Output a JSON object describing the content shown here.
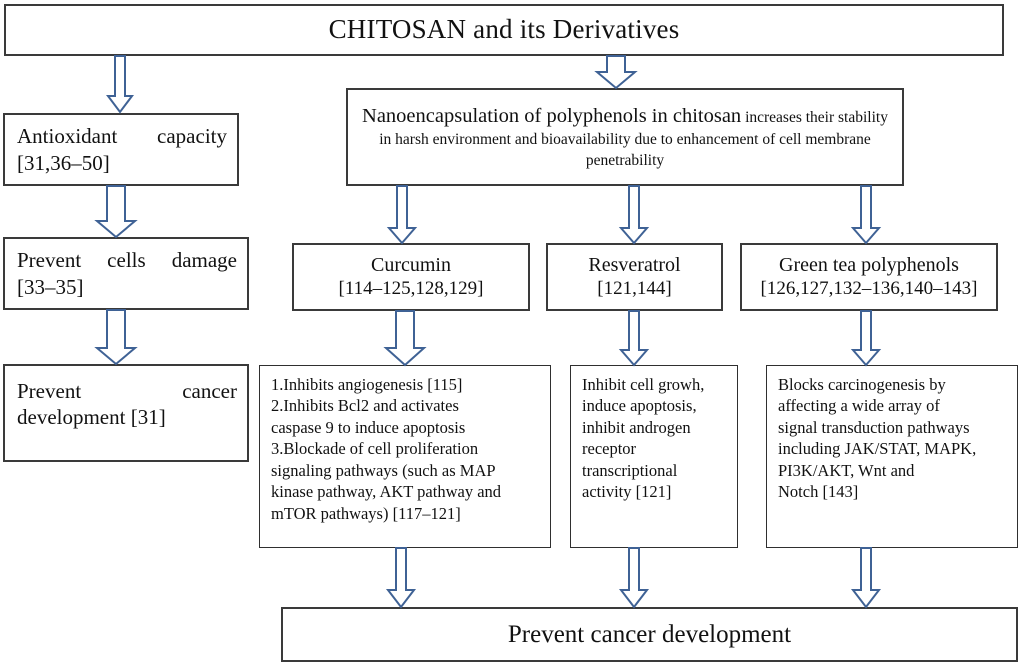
{
  "diagram": {
    "title": "CHITOSAN and its Derivatives",
    "accent_color": "#3f6295",
    "border_color": "#3a3a3a",
    "background_color": "#ffffff"
  },
  "title_box": {
    "label": "CHITOSAN and its Derivatives"
  },
  "left_column": [
    {
      "line1": "Antioxidant   capacity",
      "line2": "[31,36–50]"
    },
    {
      "line1": "Prevent  cells  damage",
      "line2": "[33–35]"
    },
    {
      "line1": "Prevent             cancer",
      "line2": "development [31]"
    }
  ],
  "nano_box": {
    "lead": "Nanoencapsulation of polyphenols in chitosan",
    "rest": " increases their stability in harsh environment and bioavailability due to enhancement of cell membrane penetrability"
  },
  "compounds": [
    {
      "name": "Curcumin",
      "citations": "[114–125,128,129]",
      "detail_lines": [
        "1.Inhibits angiogenesis [115]",
        "2.Inhibits   Bcl2   and   activates",
        "caspase 9 to induce apoptosis",
        "3.Blockade  of  cell  proliferation",
        "signaling  pathways  (such as MAP",
        "kinase  pathway,  AKT  pathway and",
        "mTOR pathways) [117–121]"
      ]
    },
    {
      "name": "Resveratrol",
      "citations": "[121,144]",
      "detail_lines": [
        "Inhibit cell growh,",
        "induce    apoptosis,",
        "inhibit    androgen",
        "receptor",
        "transcriptional",
        "activity [121]"
      ]
    },
    {
      "name": "Green tea polyphenols",
      "citations": "[126,127,132–136,140–143]",
      "detail_lines": [
        "Blocks   carcinogenesis   by",
        "affecting  a  wide  array  of",
        "signal transduction pathways",
        "including JAK/STAT, MAPK,",
        "PI3K/AKT,      Wnt      and",
        "Notch [143]"
      ]
    }
  ],
  "bottom_box": {
    "label": "Prevent cancer development"
  },
  "connectors": [
    {
      "name": "title-to-antioxidant",
      "style": "thin-block-arrow"
    },
    {
      "name": "title-to-nanoencapsulation",
      "style": "wide-block-arrow"
    },
    {
      "name": "antioxidant-to-prevent-cells-damage",
      "style": "wide-block-arrow"
    },
    {
      "name": "prevent-cells-damage-to-prevent-cancer",
      "style": "wide-block-arrow"
    },
    {
      "name": "nano-to-curcumin",
      "style": "thin-block-arrow"
    },
    {
      "name": "nano-to-resveratrol",
      "style": "thin-block-arrow"
    },
    {
      "name": "nano-to-green-tea",
      "style": "thin-block-arrow"
    },
    {
      "name": "curcumin-to-detail",
      "style": "wide-block-arrow"
    },
    {
      "name": "resveratrol-to-detail",
      "style": "thin-block-arrow"
    },
    {
      "name": "green-tea-to-detail",
      "style": "thin-block-arrow"
    },
    {
      "name": "curcumin-detail-to-bottom",
      "style": "thin-block-arrow"
    },
    {
      "name": "resveratrol-detail-to-bottom",
      "style": "thin-block-arrow"
    },
    {
      "name": "green-tea-detail-to-bottom",
      "style": "thin-block-arrow"
    }
  ]
}
